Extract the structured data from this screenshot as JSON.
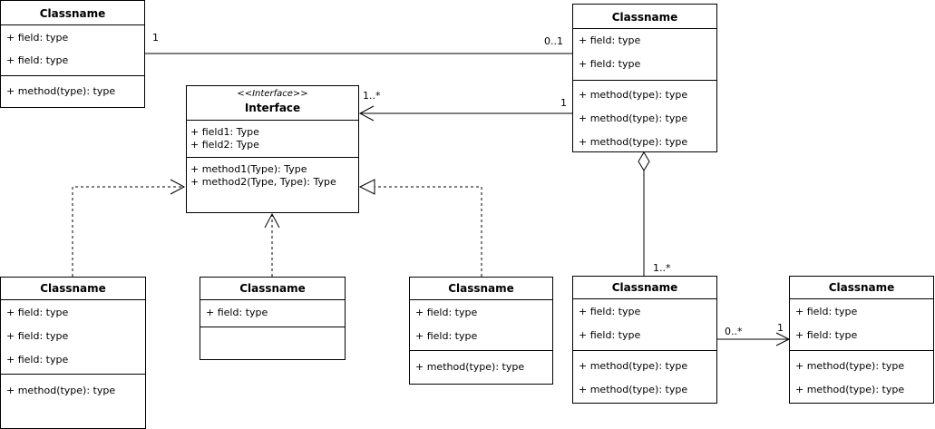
{
  "classes": {
    "c1": {
      "title": "Classname",
      "fields": [
        "+ field: type",
        "+ field: type"
      ],
      "methods": [
        "+ method(type): type"
      ]
    },
    "c2": {
      "title": "Classname",
      "fields": [
        "+ field: type",
        "+ field: type"
      ],
      "methods": [
        "+ method(type): type",
        "+ method(type): type",
        "+ method(type): type"
      ]
    },
    "iface": {
      "stereotype": "<<Interface>>",
      "title": "Interface",
      "fields": [
        "+ field1: Type",
        "+ field2: Type"
      ],
      "methods": [
        "+ method1(Type): Type",
        "+ method2(Type, Type): Type"
      ]
    },
    "c3": {
      "title": "Classname",
      "fields": [
        "+ field: type",
        "+ field: type",
        "+ field: type"
      ],
      "methods": [
        "+ method(type): type"
      ]
    },
    "c4": {
      "title": "Classname",
      "fields": [
        "+ field: type"
      ],
      "methods": []
    },
    "c5": {
      "title": "Classname",
      "fields": [
        "+ field: type",
        "+ field: type"
      ],
      "methods": [
        "+ method(type): type"
      ]
    },
    "c6": {
      "title": "Classname",
      "fields": [
        "+ field: type",
        "+ field: type"
      ],
      "methods": [
        "+ method(type): type",
        "+ method(type): type"
      ]
    },
    "c7": {
      "title": "Classname",
      "fields": [
        "+ field: type",
        "+ field: type"
      ],
      "methods": [
        "+ method(type): type",
        "+ method(type): type"
      ]
    }
  },
  "multiplicities": {
    "assoc_c1_end": "1",
    "assoc_c2_end": "0..1",
    "iface_end": "1..*",
    "c2_to_iface_end": "1",
    "aggregation_part_end": "1..*",
    "c6_end": "0..*",
    "c7_end": "1"
  }
}
